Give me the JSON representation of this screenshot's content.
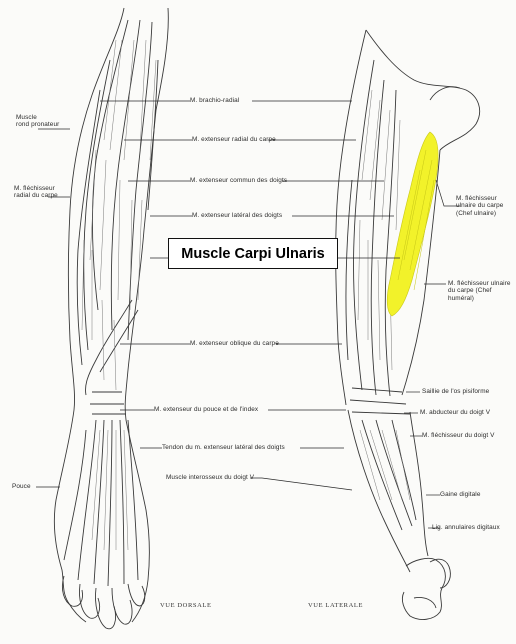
{
  "labels": {
    "brachio_radial": "M. brachio-radial",
    "ext_radial_carpe": "M. extenseur radial du carpe",
    "ext_commun": "M. extenseur commun des doigts",
    "ext_lateral": "M. extenseur latéral des doigts",
    "oblique_carpe": "M. extenseur oblique du carpe",
    "ext_pouce_index": "M. extenseur du pouce et de l'index",
    "tendon_ext_lateral": "Tendon du m. extenseur latéral des doigts",
    "interosseux": "Muscle interosseux du doigt V",
    "rond_pronateur_l1": "Muscle",
    "rond_pronateur_l2": "rond pronateur",
    "flech_radial_l1": "M. fléchisseur",
    "flech_radial_l2": "radial du carpe",
    "pouce": "Pouce",
    "flech_ulnaire_chef_ulnaire_l1": "M. fléchisseur",
    "flech_ulnaire_chef_ulnaire_l2": "ulnaire du carpe",
    "flech_ulnaire_chef_ulnaire_l3": "(Chef ulnaire)",
    "flech_ulnaire_chef_humeral_l1": "M. fléchisseur ulnaire",
    "flech_ulnaire_chef_humeral_l2": "du carpe (Chef",
    "flech_ulnaire_chef_humeral_l3": "huméral)",
    "saillie_pisiforme": "Saillie de l'os pisiforme",
    "abducteur_doigt_v": "M. abducteur du doigt V",
    "flechisseur_doigt_v": "M. fléchisseur du doigt V",
    "gaine_digitale": "Gaine digitale",
    "lig_annulaires_l1": "Lig. annulaires digitaux"
  },
  "callout": "Muscle Carpi Ulnaris",
  "view_dorsal": "VUE DORSALE",
  "view_lateral": "VUE LATERALE",
  "colors": {
    "highlight": "#f2f22a",
    "ink": "#2b2b2b",
    "paper": "#fbfbf9"
  }
}
